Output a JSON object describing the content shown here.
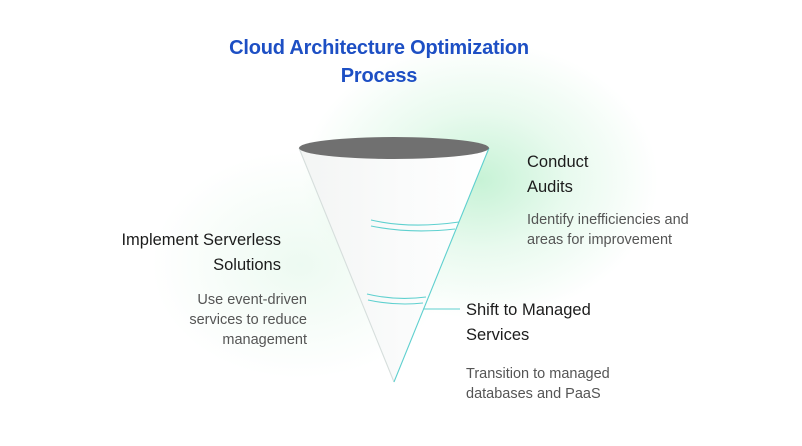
{
  "title": "Cloud Architecture Optimization Process",
  "steps": [
    {
      "title": "Conduct Audits",
      "description": "Identify inefficiencies and areas for improvement",
      "side": "right"
    },
    {
      "title": "Implement Serverless Solutions",
      "description": "Use event-driven services to reduce management",
      "side": "left"
    },
    {
      "title": "Shift to Managed Services",
      "description": "Transition to managed databases and PaaS",
      "side": "right"
    }
  ],
  "colors": {
    "title": "#1d4fc4",
    "funnel_outline": "#5fd0cf",
    "funnel_top": "#707070",
    "glow": "#c9f2d6"
  }
}
